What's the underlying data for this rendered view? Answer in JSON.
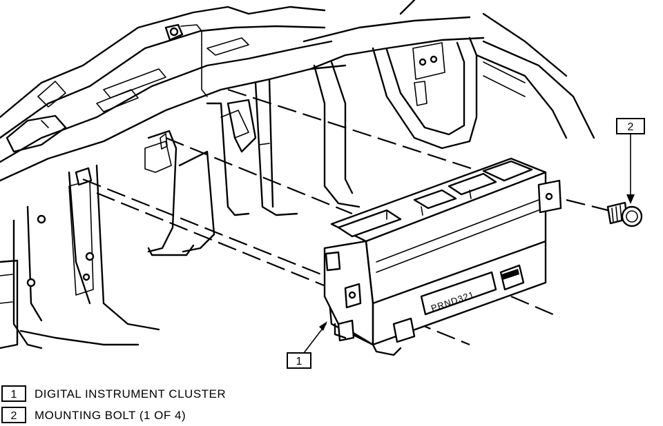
{
  "callouts": [
    {
      "number": "1",
      "target": "digital-instrument-cluster"
    },
    {
      "number": "2",
      "target": "mounting-bolt"
    }
  ],
  "legend": [
    {
      "number": "1",
      "label": "DIGITAL INSTRUMENT CLUSTER"
    },
    {
      "number": "2",
      "label": "MOUNTING BOLT (1 OF 4)"
    }
  ],
  "gear_indicator": "PRND321"
}
